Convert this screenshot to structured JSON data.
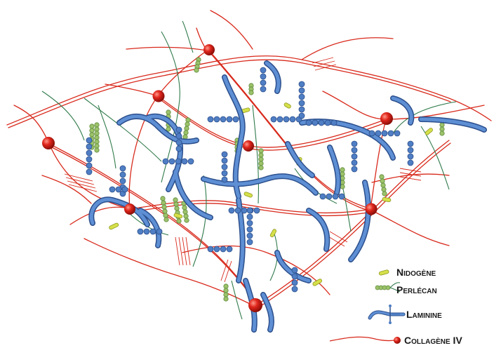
{
  "legend": {
    "items": [
      {
        "label": "Nidogène",
        "icon": "nidogen-icon",
        "color": "#d6e04a"
      },
      {
        "label": "Perlécan",
        "icon": "perlecan-icon",
        "color": "#9cc26a"
      },
      {
        "label": "Laminine",
        "icon": "laminin-icon",
        "color": "#4a78c0"
      },
      {
        "label": "Collagène IV",
        "icon": "collagen-iv-icon",
        "color": "#d82a1c"
      }
    ]
  },
  "colors": {
    "collagen": "#d82a1c",
    "collagen_node": "#e0261c",
    "laminin": "#4f7ec4",
    "laminin_dark": "#2c4f8c",
    "perlecan": "#9cc26a",
    "perlecan_strand": "#2f7a4a",
    "nidogen": "#d6e04a"
  }
}
